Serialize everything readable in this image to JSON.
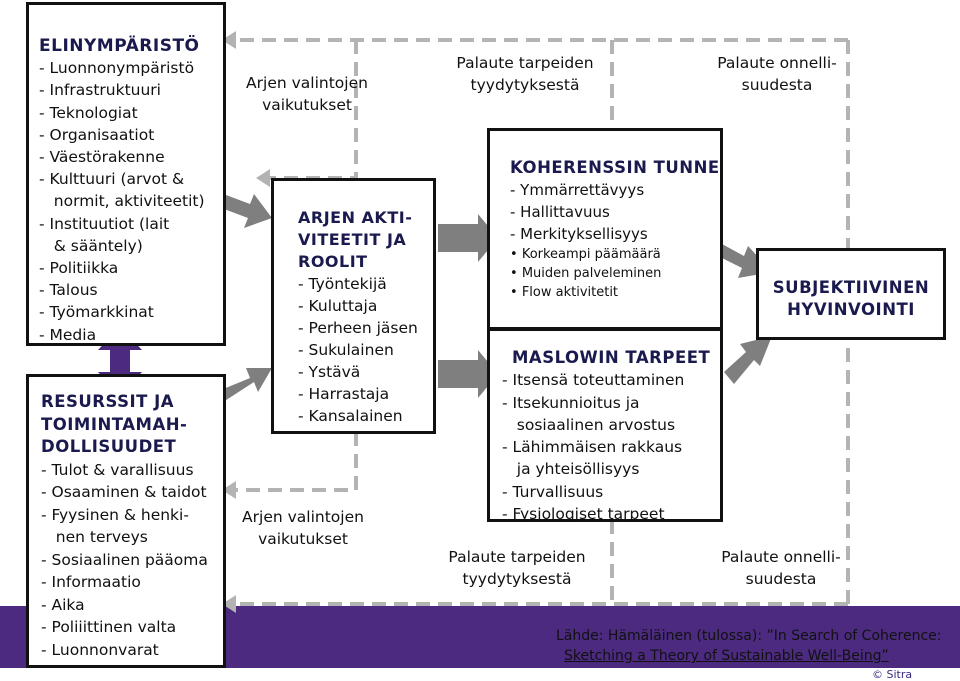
{
  "environment": {
    "title": "ELINYMPÄRISTÖ",
    "items": [
      "- Luonnonympäristö",
      "- Infrastruktuuri",
      "- Teknologiat",
      "- Organisaatiot",
      "- Väestörakenne",
      "- Kulttuuri (arvot &",
      "   normit, aktiviteetit)",
      "- Instituutiot (lait",
      "   & sääntely)",
      "- Politiikka",
      "- Talous",
      "- Työmarkkinat",
      "- Media"
    ]
  },
  "resources": {
    "title_lines": [
      "RESURSSIT JA",
      "TOIMINTAMAH-",
      "DOLLISUUDET"
    ],
    "items": [
      "- Tulot & varallisuus",
      "- Osaaminen & taidot",
      "- Fyysinen & henki-",
      "   nen terveys",
      "- Sosiaalinen pääoma",
      "- Informaatio",
      "- Aika",
      "- Poliiittinen valta",
      "- Luonnonvarat"
    ]
  },
  "roles": {
    "title_lines": [
      "ARJEN AKTI-",
      "VITEETIT JA",
      "ROOLIT"
    ],
    "items": [
      "- Työntekijä",
      "- Kuluttaja",
      "- Perheen jäsen",
      "- Sukulainen",
      "- Ystävä",
      "- Harrastaja",
      "- Kansalainen"
    ]
  },
  "coherence": {
    "title": "KOHERENSSIN TUNNE",
    "items": [
      "- Ymmärrettävyys",
      "- Hallittavuus",
      "- Merkityksellisyys"
    ],
    "bullets": [
      "Korkeampi päämäärä",
      "Muiden palveleminen",
      "Flow aktivitetit"
    ]
  },
  "maslow": {
    "title": "MASLOWIN TARPEET",
    "items": [
      "- Itsensä toteuttaminen",
      "- Itsekunnioitus ja",
      "   sosiaalinen arvostus",
      "- Lähimmäisen rakkaus",
      "   ja yhteisöllisyys",
      "- Turvallisuus",
      "- Fysiologiset tarpeet"
    ]
  },
  "wellbeing": {
    "title_lines": [
      "SUBJEKTIIVINEN",
      "HYVINVOINTI"
    ]
  },
  "feedback": {
    "everyday_top": [
      "Arjen valintojen",
      "vaikutukset"
    ],
    "everyday_bottom": [
      "Arjen valintojen",
      "vaikutukset"
    ],
    "needs_top": [
      "Palaute tarpeiden",
      "tyydytyksestä"
    ],
    "needs_bottom": [
      "Palaute tarpeiden",
      "tyydytyksestä"
    ],
    "happy_top": [
      "Palaute onnelli-",
      "suudesta"
    ],
    "happy_bottom": [
      "Palaute onnelli-",
      "suudesta"
    ]
  },
  "footer": {
    "source_line1": "Lähde: Hämäläinen (tulossa): ”In Search of Coherence:",
    "source_line2": "Sketching a Theory of Sustainable Well-Being”",
    "copyright": "© Sitra"
  },
  "colors": {
    "purple": "#4b2a7f",
    "arrow_grey": "#7f7f7f",
    "dashed_grey": "#b3b3b3",
    "heading": "#1a1a4e"
  }
}
